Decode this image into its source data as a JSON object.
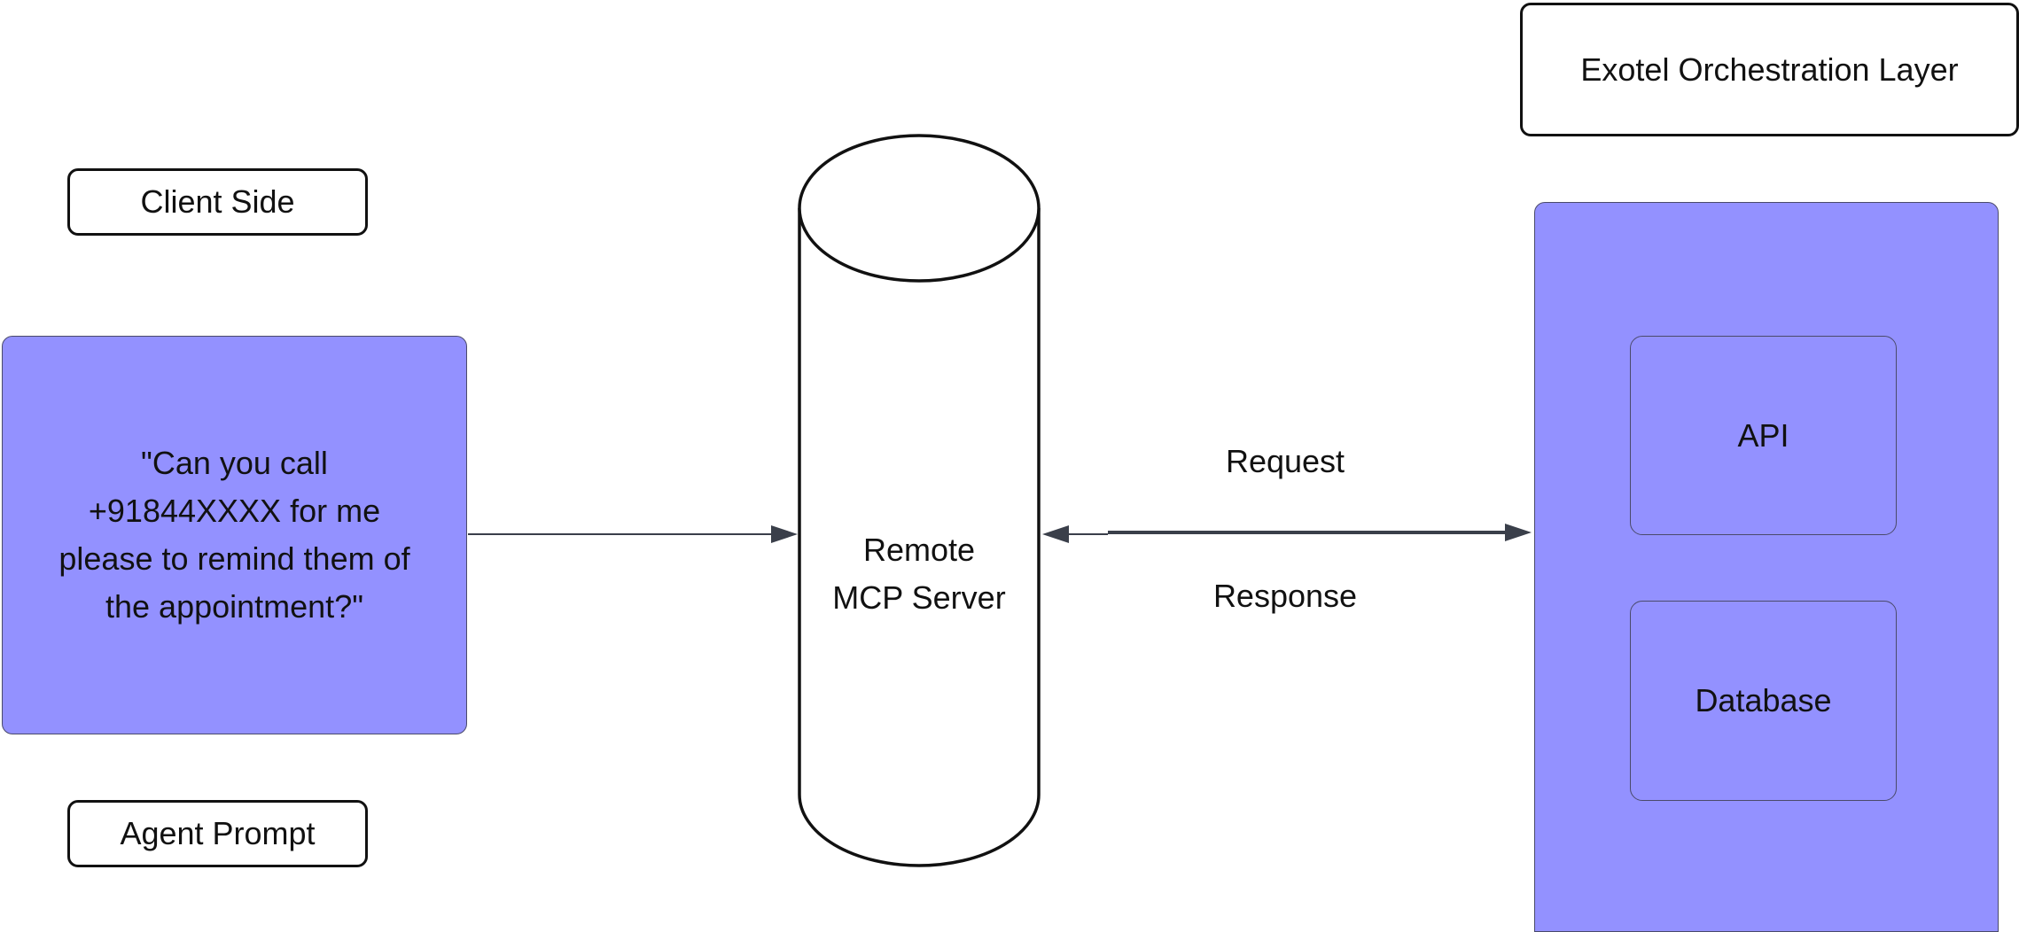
{
  "labels": {
    "client_side": "Client Side",
    "agent_prompt": "Agent Prompt",
    "orchestration_layer": "Exotel Orchestration Layer"
  },
  "prompt": {
    "line1": "\"Can you call",
    "line2": "+91844XXXX for me",
    "line3": "please to remind them of",
    "line4": "the appointment?\""
  },
  "server": {
    "line1": "Remote",
    "line2": "MCP Server"
  },
  "connections": {
    "request": "Request",
    "response": "Response"
  },
  "components": {
    "api": "API",
    "database": "Database"
  },
  "colors": {
    "block_fill": "#9391ff",
    "stroke": "#111111",
    "arrow": "#3a3f4a"
  }
}
